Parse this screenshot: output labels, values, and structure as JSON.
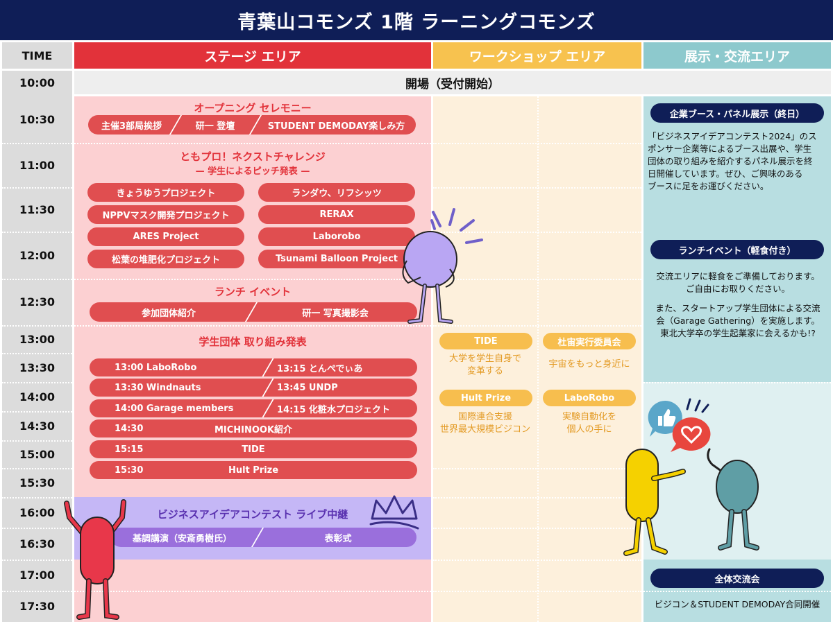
{
  "title": "青葉山コモンズ 1階 ラーニングコモンズ",
  "headers": {
    "time": "TIME",
    "stage": "ステージ エリア",
    "workshop": "ワークショップ エリア",
    "exhibit": "展示・交流エリア"
  },
  "times": [
    "10:00",
    "10:30",
    "11:00",
    "11:30",
    "12:00",
    "12:30",
    "13:00",
    "13:30",
    "14:00",
    "14:30",
    "15:00",
    "15:30",
    "16:00",
    "16:30",
    "17:00",
    "17:30"
  ],
  "opening_row": "開場（受付開始）",
  "stage": {
    "opening_ceremony": {
      "title": "オープニング セレモニー",
      "items": [
        "主催3部局挨拶",
        "研一 登壇",
        "STUDENT DEMODAY楽しみ方"
      ]
    },
    "tomopro": {
      "title": "ともプロ！ネクストチャレンジ",
      "subtitle": "— 学生によるピッチ発表 —",
      "left": [
        "きょうゆうプロジェクト",
        "NPPVマスク開発プロジェクト",
        "ARES Project",
        "松葉の堆肥化プロジェクト"
      ],
      "right": [
        "ランダウ、リフシッツ",
        "RERAX",
        "Laborobo",
        "Tsunami Balloon Project"
      ]
    },
    "lunch": {
      "title": "ランチ イベント",
      "items": [
        "参加団体紹介",
        "研一 写真撮影会"
      ]
    },
    "student_groups": {
      "title": "学生団体 取り組み発表",
      "pairs": [
        [
          "13:00 LaboRobo",
          "13:15 とんぺでぃあ"
        ],
        [
          "13:30 Windnauts",
          "13:45 UNDP"
        ],
        [
          "14:00 Garage members",
          "14:15 化粧水プロジェクト"
        ]
      ],
      "singles": [
        {
          "time": "14:30",
          "name": "MICHINOOK紹介"
        },
        {
          "time": "15:15",
          "name": "TIDE"
        },
        {
          "time": "15:30",
          "name": "Hult Prize"
        }
      ]
    },
    "business_contest": {
      "title": "ビジネスアイデアコンテスト ライブ中継",
      "items": [
        "基調講演（安斎勇樹氏）",
        "表彰式"
      ]
    }
  },
  "workshop": [
    {
      "name": "TIDE",
      "desc1": "大学を学生自身で",
      "desc2": "変革する"
    },
    {
      "name": "杜宙実行委員会",
      "desc1": "宇宙をもっと身近に",
      "desc2": ""
    },
    {
      "name": "Hult Prize",
      "desc1": "国際連合支援",
      "desc2": "世界最大規模ビジコン"
    },
    {
      "name": "LaboRobo",
      "desc1": "実験自動化を",
      "desc2": "個人の手に"
    }
  ],
  "exhibit": {
    "booth": {
      "title": "企業ブース・パネル展示（終日）",
      "lines": [
        "「ビジネスアイデアコンテスト2024」のス",
        "ポンサー企業等によるブース出展や、学生",
        "団体の取り組みを紹介するパネル展示を終",
        "日開催しています。ぜひ、ご興味のある",
        "ブースに足をお運びください。"
      ]
    },
    "lunch": {
      "title": "ランチイベント（軽食付き）",
      "lines1": [
        "交流エリアに軽食をご準備しております。",
        "ご自由にお取りください。"
      ],
      "lines2": [
        "また、スタートアップ学生団体による交流",
        "会（Garage Gathering）を実施します。",
        "東北大学卒の学生起業家に会えるかも!?"
      ]
    },
    "networking": {
      "title": "全体交流会",
      "desc": "ビジコン＆STUDENT DEMODAY合同開催"
    }
  },
  "colors": {
    "navy": "#0f1e57",
    "stage_red": "#e2323a",
    "pill_red": "#e04e50",
    "workshop_yellow": "#f7c24f",
    "exhibit_teal": "#8dc9cd",
    "stage_pink": "#fcd0d2",
    "purple": "#c5b7f6",
    "purple_pill": "#9a6fdc"
  },
  "icons": [
    "crown-icon",
    "thumbs-up-icon",
    "heart-icon",
    "purple-mascot-icon",
    "red-mascot-icon",
    "yellow-mascot-icon",
    "teal-mascot-icon"
  ]
}
